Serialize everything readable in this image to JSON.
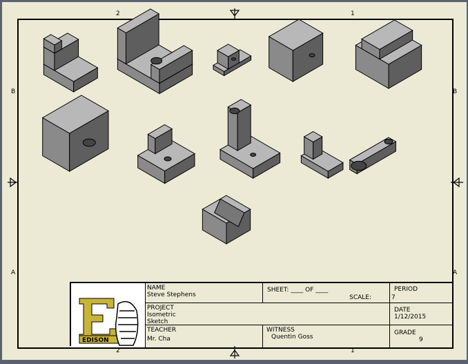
{
  "zone_labels": {
    "top": [
      "2",
      "1"
    ],
    "bottom": [
      "2",
      "1"
    ],
    "left": [
      "B",
      "A"
    ],
    "right": [
      "B",
      "A"
    ]
  },
  "title_block": {
    "logo_text": "EDISON",
    "name_label": "NAME",
    "name_value": "Steve Stephens",
    "sheet_label": "SHEET: ____ OF ____",
    "scale_label": "SCALE:",
    "period_label": "PERIOD",
    "period_value": "7",
    "project_label": "PROJECT",
    "project_value": "Isometric Sketch",
    "date_label": "DATE",
    "date_value": "1/12/2015",
    "teacher_label": "TEACHER",
    "teacher_value": "Mr. Cha",
    "witness_label": "WITNESS",
    "witness_value": "Quentin Goss",
    "grade_label": "GRADE",
    "grade_value": "9"
  },
  "colors": {
    "sheet": "#ecead5",
    "frame": "#000000",
    "logo_gold": "#c9b43a",
    "part_top": "#b8b8b8",
    "part_left": "#8a8a8a",
    "part_right": "#5e5e5e"
  }
}
